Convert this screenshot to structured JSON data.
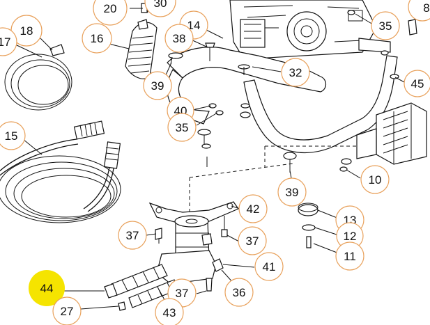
{
  "diagram": {
    "callouts": [
      {
        "id": "20",
        "label": "20",
        "highlight": false
      },
      {
        "id": "30",
        "label": "30",
        "highlight": false
      },
      {
        "id": "8",
        "label": "8",
        "highlight": false
      },
      {
        "id": "18",
        "label": "18",
        "highlight": false
      },
      {
        "id": "17",
        "label": "17",
        "highlight": false
      },
      {
        "id": "16",
        "label": "16",
        "highlight": false
      },
      {
        "id": "14",
        "label": "14",
        "highlight": false
      },
      {
        "id": "38",
        "label": "38",
        "highlight": false
      },
      {
        "id": "35a",
        "label": "35",
        "highlight": false
      },
      {
        "id": "32",
        "label": "32",
        "highlight": false
      },
      {
        "id": "39a",
        "label": "39",
        "highlight": false
      },
      {
        "id": "45",
        "label": "45",
        "highlight": false
      },
      {
        "id": "40",
        "label": "40",
        "highlight": false
      },
      {
        "id": "35b",
        "label": "35",
        "highlight": false
      },
      {
        "id": "15",
        "label": "15",
        "highlight": false
      },
      {
        "id": "10",
        "label": "10",
        "highlight": false
      },
      {
        "id": "39b",
        "label": "39",
        "highlight": false
      },
      {
        "id": "42",
        "label": "42",
        "highlight": false
      },
      {
        "id": "13",
        "label": "13",
        "highlight": false
      },
      {
        "id": "37a",
        "label": "37",
        "highlight": false
      },
      {
        "id": "37b",
        "label": "37",
        "highlight": false
      },
      {
        "id": "12",
        "label": "12",
        "highlight": false
      },
      {
        "id": "11",
        "label": "11",
        "highlight": false
      },
      {
        "id": "41",
        "label": "41",
        "highlight": false
      },
      {
        "id": "44",
        "label": "44",
        "highlight": true
      },
      {
        "id": "36",
        "label": "36",
        "highlight": false
      },
      {
        "id": "37c",
        "label": "37",
        "highlight": false
      },
      {
        "id": "27",
        "label": "27",
        "highlight": false
      },
      {
        "id": "43",
        "label": "43",
        "highlight": false
      }
    ],
    "colors": {
      "callout_ring": "#e8a05a",
      "highlight_fill": "#f5e400",
      "ink": "#111111"
    }
  }
}
